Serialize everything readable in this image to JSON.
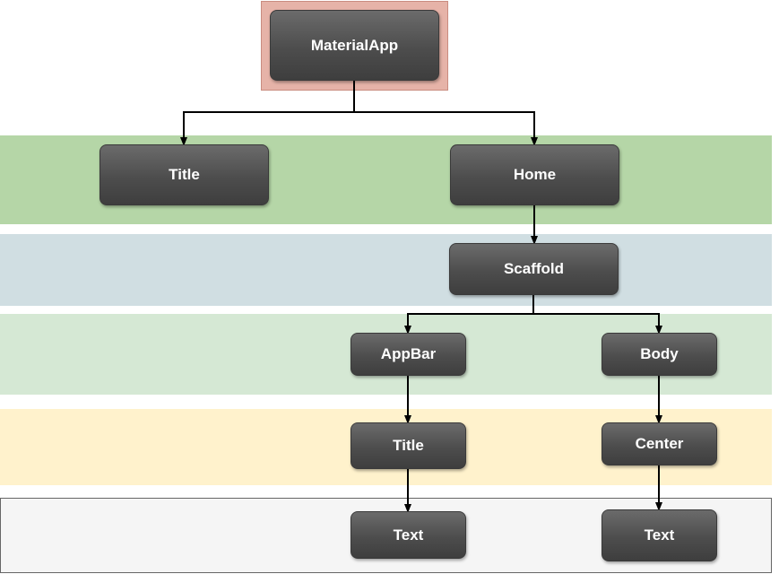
{
  "nodes": {
    "material_app": "MaterialApp",
    "title": "Title",
    "home": "Home",
    "scaffold": "Scaffold",
    "appbar": "AppBar",
    "body": "Body",
    "appbar_title": "Title",
    "center": "Center",
    "appbar_text": "Text",
    "center_text": "Text"
  },
  "colors": {
    "root_frame": "#e6b3a8",
    "band_level1": "#b5d6a7",
    "band_level2": "#d0dee2",
    "band_level3": "#d5e8d4",
    "band_level4": "#fff2cc",
    "band_level5": "#f5f5f5",
    "node_fill": "#505050",
    "node_text": "#ffffff",
    "edge": "#000000"
  }
}
